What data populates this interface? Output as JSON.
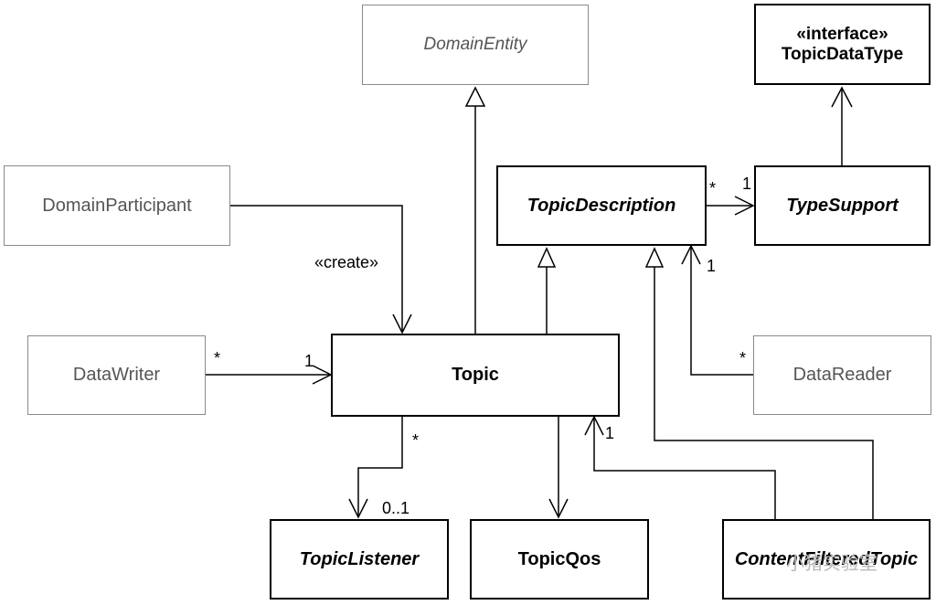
{
  "classes": {
    "domain_entity": "DomainEntity",
    "topic_data_type_stereotype": "«interface»",
    "topic_data_type": "TopicDataType",
    "domain_participant": "DomainParticipant",
    "topic_description": "TopicDescription",
    "type_support": "TypeSupport",
    "data_writer": "DataWriter",
    "topic": "Topic",
    "data_reader": "DataReader",
    "topic_listener": "TopicListener",
    "topic_qos": "TopicQos",
    "content_filtered_topic": "ContentFilteredTopic"
  },
  "labels": {
    "create_stereotype": "«create»",
    "desc_to_support_src": "*",
    "desc_to_support_dst": "1",
    "reader_to_desc_dst": "1",
    "reader_to_desc_src": "*",
    "writer_to_topic_src": "*",
    "writer_to_topic_dst": "1",
    "topic_to_listener_src": "*",
    "topic_to_listener_dst": "0..1",
    "cft_to_topic_dst": "1"
  },
  "watermark": "小猪实验室",
  "colors": {
    "strong": "#000000",
    "weak": "#8a8a8a",
    "weak_text": "#555555"
  }
}
